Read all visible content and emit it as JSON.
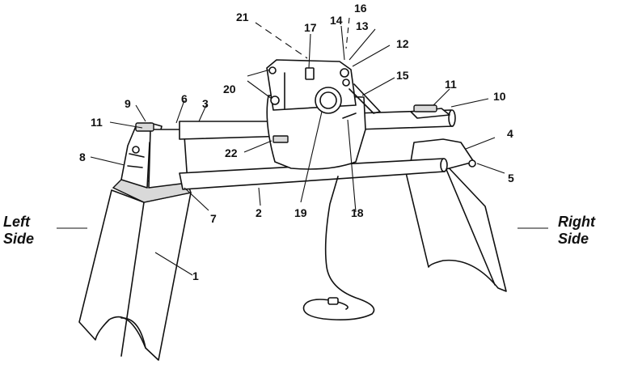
{
  "callouts": {
    "c1": "1",
    "c2": "2",
    "c3": "3",
    "c4": "4",
    "c5": "5",
    "c6": "6",
    "c7": "7",
    "c8": "8",
    "c9": "9",
    "c10": "10",
    "c11a": "11",
    "c11b": "11",
    "c12": "12",
    "c13": "13",
    "c14": "14",
    "c15": "15",
    "c16": "16",
    "c17": "17",
    "c18": "18",
    "c19": "19",
    "c20": "20",
    "c21": "21",
    "c22": "22"
  },
  "sides": {
    "left_line1": "Left",
    "left_line2": "Side",
    "right_line1": "Right",
    "right_line2": "Side"
  }
}
